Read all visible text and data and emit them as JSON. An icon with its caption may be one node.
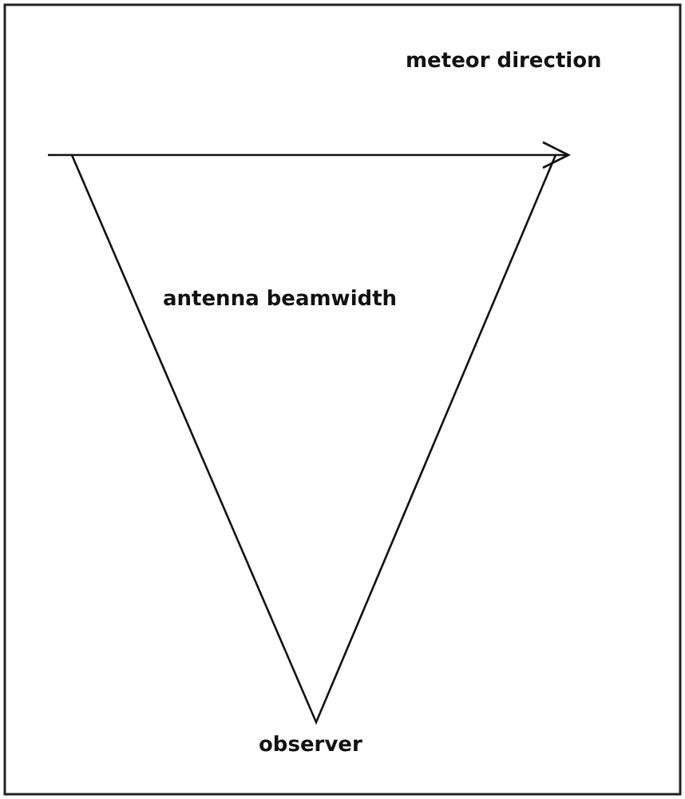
{
  "diagram": {
    "labels": [
      "meteor direction",
      "antenna beamwidth",
      "observer"
    ]
  }
}
